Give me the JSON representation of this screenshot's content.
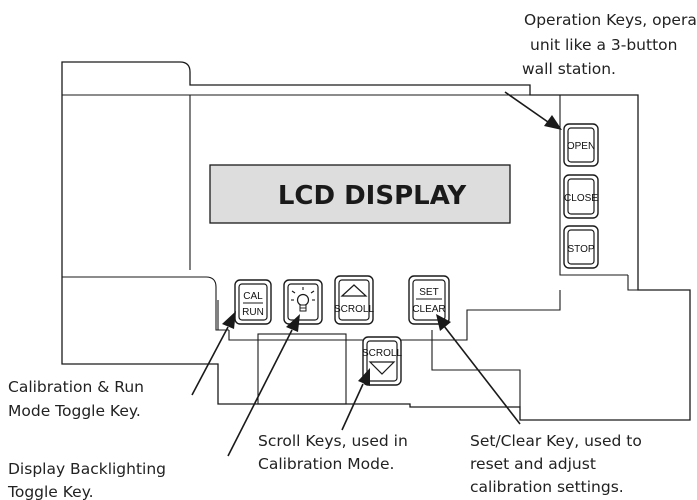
{
  "lcd": {
    "label": "LCD DISPLAY",
    "fill": "#dddddd"
  },
  "keys": {
    "open": "OPEN",
    "close": "CLOSE",
    "stop": "STOP",
    "cal": "CAL",
    "run": "RUN",
    "scroll_up": "SCROLL",
    "scroll_down": "SCROLL",
    "set": "SET",
    "clear": "CLEAR",
    "backlight_icon": "lightbulb-icon"
  },
  "callouts": {
    "operation": [
      "Operation Keys, operate",
      "unit like a 3-button",
      "wall station."
    ],
    "calibration": [
      "Calibration & Run",
      "Mode Toggle Key."
    ],
    "backlight": [
      "Display Backlighting",
      "Toggle Key."
    ],
    "scroll": [
      "Scroll Keys, used in",
      "Calibration Mode."
    ],
    "setclear": [
      "Set/Clear Key, used to",
      "reset and adjust",
      "calibration settings."
    ]
  }
}
